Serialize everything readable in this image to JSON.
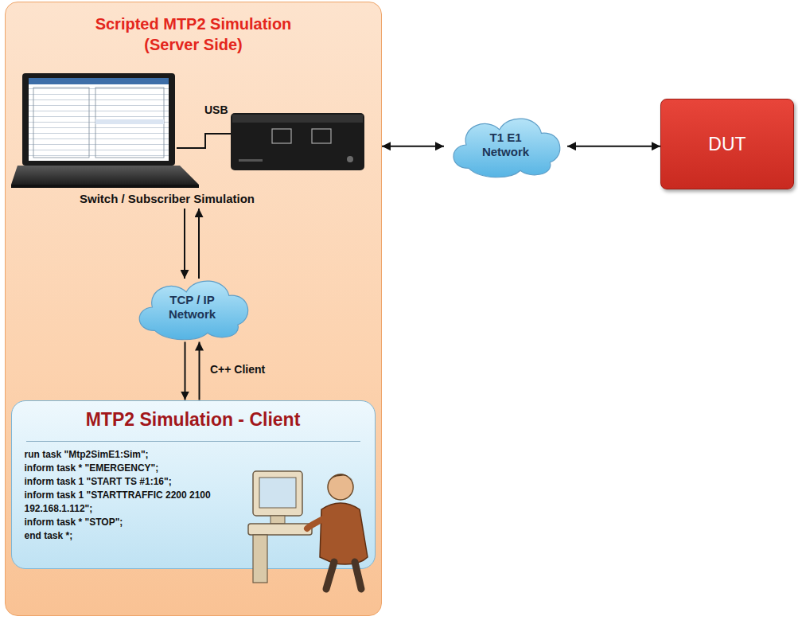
{
  "diagram": {
    "nodes": [
      {
        "text": [
          "Scripted MTP2 Simulation (Server Side)"
        ]
      },
      {
        "text": [
          "TCP / IP Network"
        ],
        "in": 0
      },
      {
        "text": [
          "MTP2 Simulation - Client",
          "run task \"Mtp2SimE1:Sim\";",
          "inform task * \"EMERGENCY\";",
          "inform task 1 \"START TS #1:16\";",
          "inform task 1 \"STARTTRAFFIC 2200 2100 192.168.1.112\";",
          "inform task * \"STOP\";",
          "end task *;"
        ],
        "in": 0
      },
      {
        "text": [
          "T1 E1 Network"
        ]
      },
      {
        "text": [
          "DUT"
        ]
      }
    ],
    "edges": [
      {
        "from": 0,
        "to": 3,
        "arrow": "both"
      },
      {
        "from": 3,
        "to": 4,
        "arrow": "both"
      },
      {
        "from": 1,
        "to": 2,
        "arrow": "both"
      }
    ],
    "labels": [
      "USB",
      "Switch / Subscriber Simulation",
      "C++ Client"
    ]
  }
}
